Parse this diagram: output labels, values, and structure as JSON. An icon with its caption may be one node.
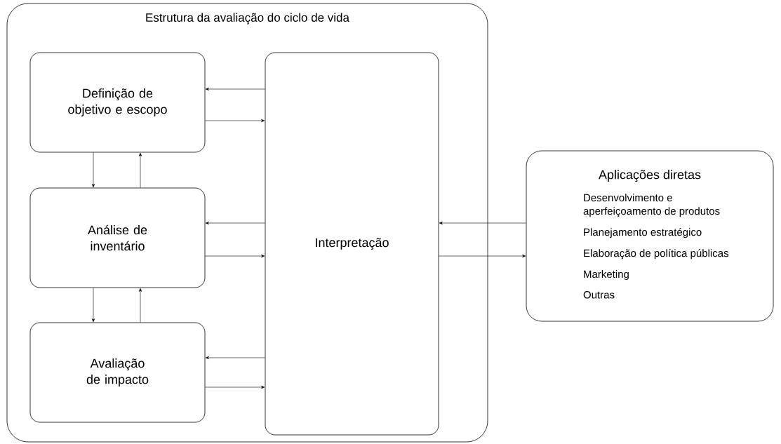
{
  "diagram": {
    "nodes": [
      {
        "text": [
          "Estrutura da avaliação do ciclo de vida"
        ]
      },
      {
        "text": [
          "Definição de objetivo e escopo"
        ],
        "in": 0
      },
      {
        "text": [
          "Análise de inventário"
        ],
        "in": 0
      },
      {
        "text": [
          "Avaliação de impacto"
        ],
        "in": 0
      },
      {
        "text": [
          "Interpretação"
        ],
        "in": 0
      },
      {
        "text": [
          "Aplicações diretas",
          "Desenvolvimento e aperfeiçoamento de produtos",
          "Planejamento estratégico",
          "Elaboração de política públicas",
          "Marketing",
          "Outras"
        ]
      }
    ],
    "edges": [
      {
        "from": 4,
        "to": 1,
        "arrow": "to"
      },
      {
        "from": 1,
        "to": 4,
        "arrow": "to"
      },
      {
        "from": 1,
        "to": 2,
        "arrow": "to"
      },
      {
        "from": 2,
        "to": 1,
        "arrow": "to"
      },
      {
        "from": 4,
        "to": 2,
        "arrow": "to"
      },
      {
        "from": 2,
        "to": 4,
        "arrow": "to"
      },
      {
        "from": 2,
        "to": 3,
        "arrow": "to"
      },
      {
        "from": 3,
        "to": 2,
        "arrow": "to"
      },
      {
        "from": 4,
        "to": 3,
        "arrow": "to"
      },
      {
        "from": 3,
        "to": 4,
        "arrow": "to"
      },
      {
        "from": 5,
        "to": 4,
        "arrow": "to"
      },
      {
        "from": 4,
        "to": 5,
        "arrow": "to"
      }
    ]
  }
}
